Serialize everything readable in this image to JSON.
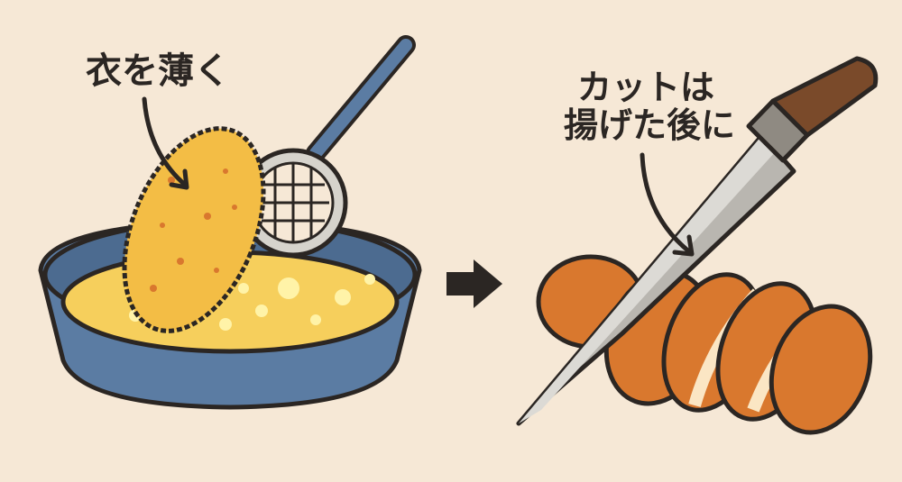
{
  "left_panel": {
    "caption": "衣を薄く"
  },
  "right_panel": {
    "caption_line1": "カットは",
    "caption_line2": "揚げた後に"
  },
  "colors": {
    "background": "#f6e8d6",
    "outline": "#2b2623",
    "pan_blue": "#5b7ca3",
    "oil_yellow": "#f6cf5c",
    "batter": "#f3bd45",
    "cutlet_crust": "#d9782e",
    "knife_blade": "#b9b6b0",
    "knife_handle": "#7a4a2a"
  },
  "icons": [
    "frying-pan-icon",
    "strainer-icon",
    "cutlet-icon",
    "arrow-right-icon",
    "knife-icon",
    "sliced-cutlet-icon"
  ]
}
